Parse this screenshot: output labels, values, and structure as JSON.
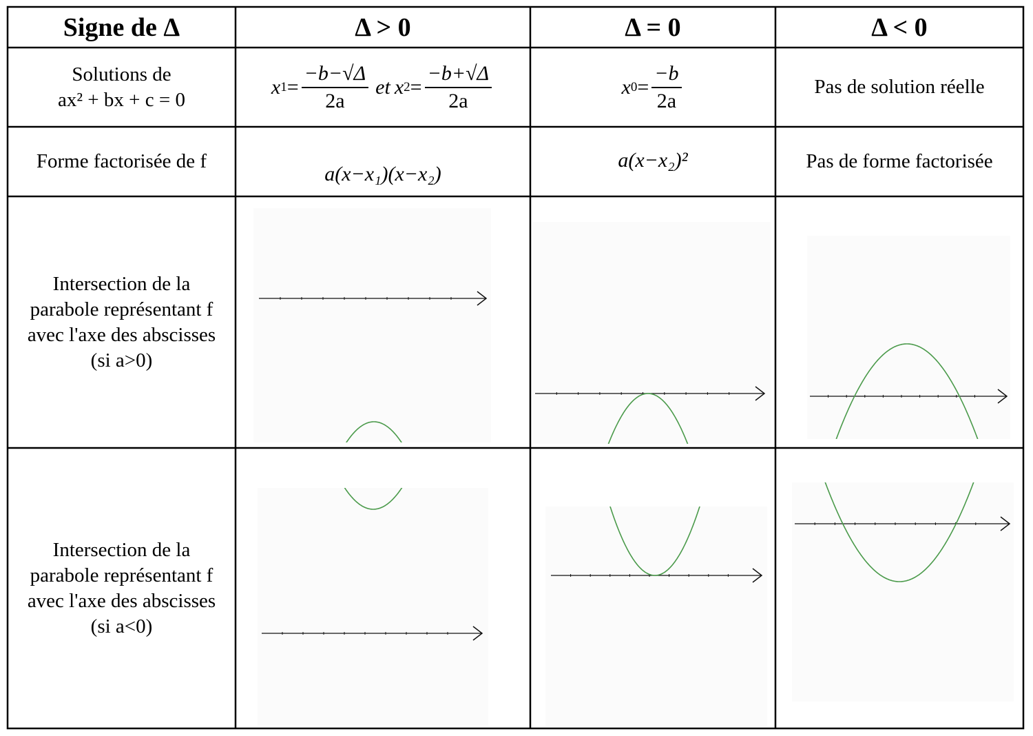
{
  "header": {
    "col0": "Signe de Δ",
    "col1": "Δ > 0",
    "col2": "Δ = 0",
    "col3": "Δ < 0"
  },
  "row_solutions": {
    "label_line1": "Solutions de",
    "label_line2": "ax² + bx + c = 0",
    "pos": {
      "x1_var": "x",
      "x1_sub": "1",
      "x1_num": "−b−√Δ",
      "x1_den": "2a",
      "et": "et",
      "x2_var": "x",
      "x2_sub": "2",
      "x2_num": "−b+√Δ",
      "x2_den": "2a"
    },
    "zero": {
      "x0_var": "x",
      "x0_sub": "0",
      "x0_num": "−b",
      "x0_den": "2a"
    },
    "neg": "Pas de solution réelle"
  },
  "row_factor": {
    "label": "Forme factorisée de f",
    "pos": "a(x−x₁)(x−x₂)",
    "zero": "a(x−x₂)²",
    "neg": "Pas de forme factorisée"
  },
  "row_a_pos": {
    "label_lines": [
      "Intersection de la",
      "parabole représentant f",
      "avec l'axe des abscisses",
      "(si a>0)"
    ]
  },
  "row_a_neg": {
    "label_lines": [
      "Intersection de la",
      "parabole représentant f",
      "avec l'axe des abscisses",
      "(si a<0)"
    ]
  },
  "colors": {
    "curve": "#4a9a4a",
    "axis": "#111111",
    "border": "#000000"
  }
}
